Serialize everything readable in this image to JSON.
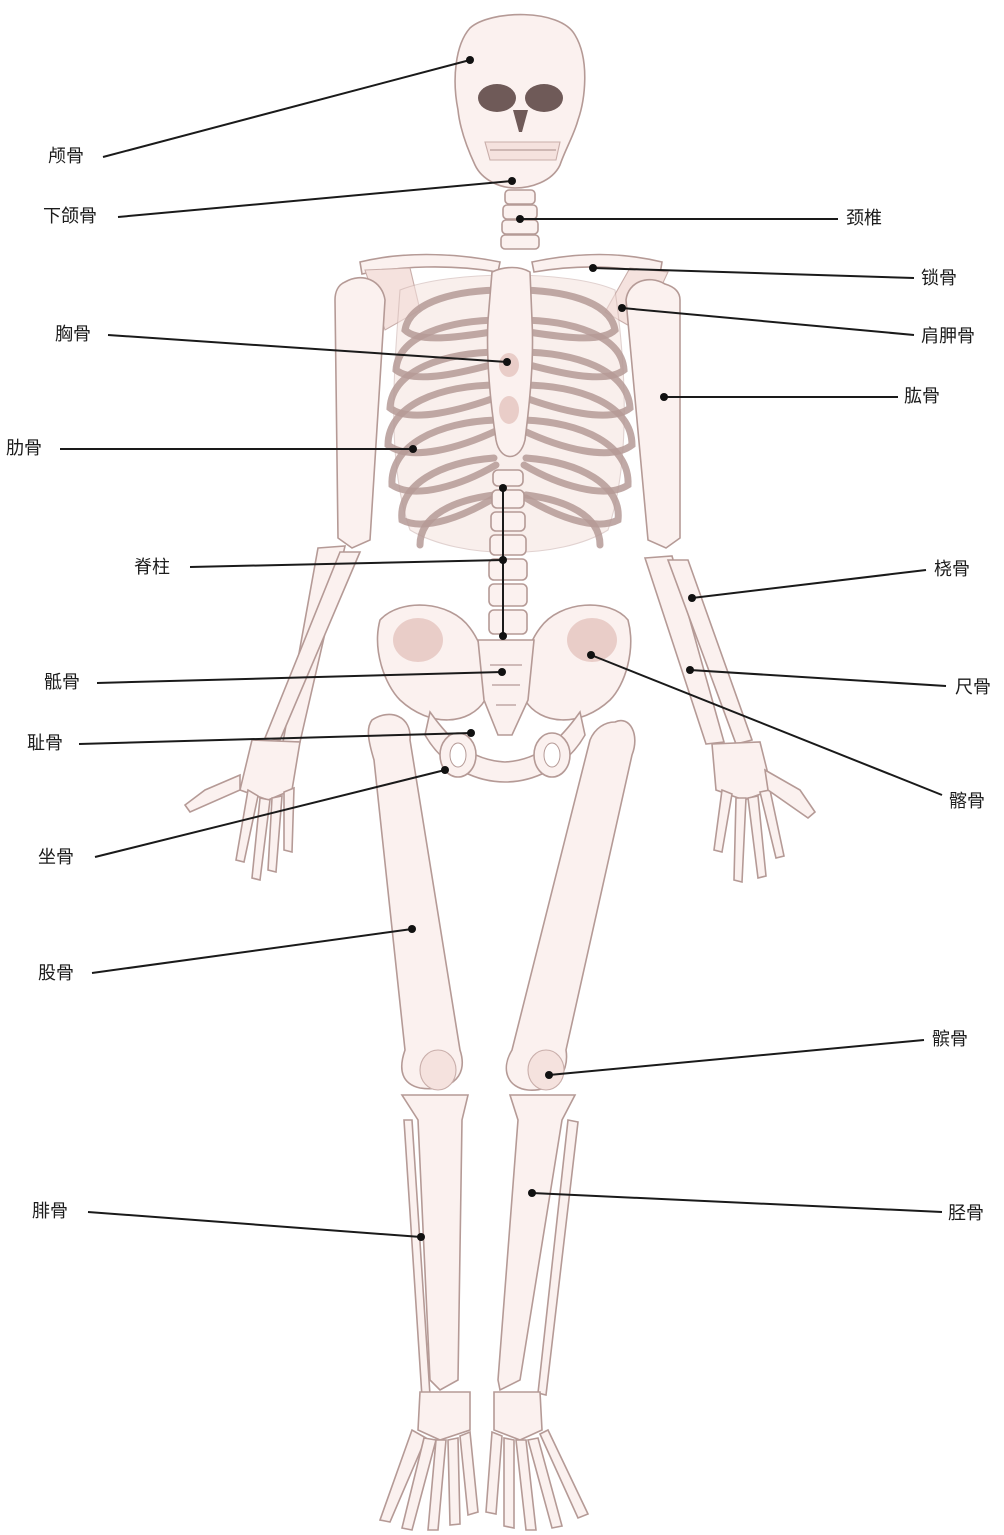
{
  "labels": {
    "skull": "颅骨",
    "mandible": "下颌骨",
    "cervical": "颈椎",
    "clavicle": "锁骨",
    "scapula": "肩胛骨",
    "sternum": "胸骨",
    "humerus": "肱骨",
    "rib": "肋骨",
    "spine": "脊柱",
    "radius": "桡骨",
    "sacrum": "骶骨",
    "ulna": "尺骨",
    "pubis": "耻骨",
    "ilium": "髂骨",
    "ischium": "坐骨",
    "femur": "股骨",
    "patella": "髌骨",
    "fibula": "腓骨",
    "tibia": "胫骨"
  },
  "colors": {
    "bone_fill": "#fbf1ef",
    "bone_outline": "#b59a96",
    "leader_line": "#1a1a1a",
    "label_text": "#1c1c1c"
  }
}
